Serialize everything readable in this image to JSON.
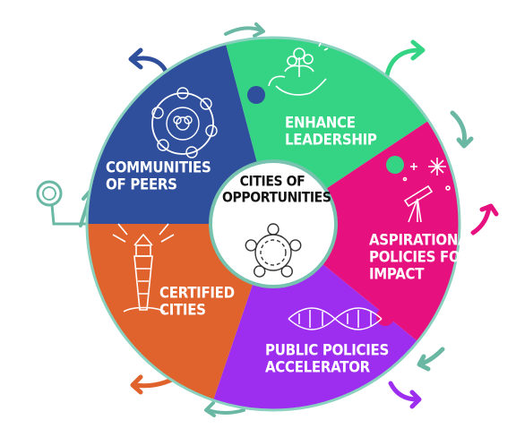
{
  "center": {
    "title_lines": [
      "CITIES OF",
      "OPPORTUNITIES"
    ]
  },
  "segments": [
    {
      "id": "communities",
      "lines": [
        "COMMUNITIES",
        "OF PEERS"
      ],
      "color": "#2f4f9c",
      "icon": "people-network-icon"
    },
    {
      "id": "leadership",
      "lines": [
        "ENHANCE",
        "LEADERSHIP"
      ],
      "color": "#35d484",
      "icon": "hands-plant-icon"
    },
    {
      "id": "aspirational",
      "lines": [
        "ASPIRATIONAL",
        "POLICIES FOR",
        "IMPACT"
      ],
      "color": "#e6117f",
      "icon": "telescope-stars-icon"
    },
    {
      "id": "accelerator",
      "lines": [
        "PUBLIC POLICIES",
        "ACCELERATOR"
      ],
      "color": "#9d2ef0",
      "icon": "dna-helix-icon"
    },
    {
      "id": "certified",
      "lines": [
        "CERTIFIED",
        "CITIES"
      ],
      "color": "#e0632d",
      "icon": "lighthouse-icon"
    }
  ],
  "accents": {
    "ring_border": "#78c3b0",
    "teal_arrow": "#6ab8a4",
    "blue_arrow": "#2f4f9c",
    "green_arrow": "#35d484",
    "pink_arrow": "#e6117f",
    "purple_arrow": "#9d2ef0",
    "orange_arrow": "#e0632d"
  },
  "start_marker": {
    "icon": "magnifier-start-icon"
  },
  "center_icon": "interlinked-ring-icon"
}
